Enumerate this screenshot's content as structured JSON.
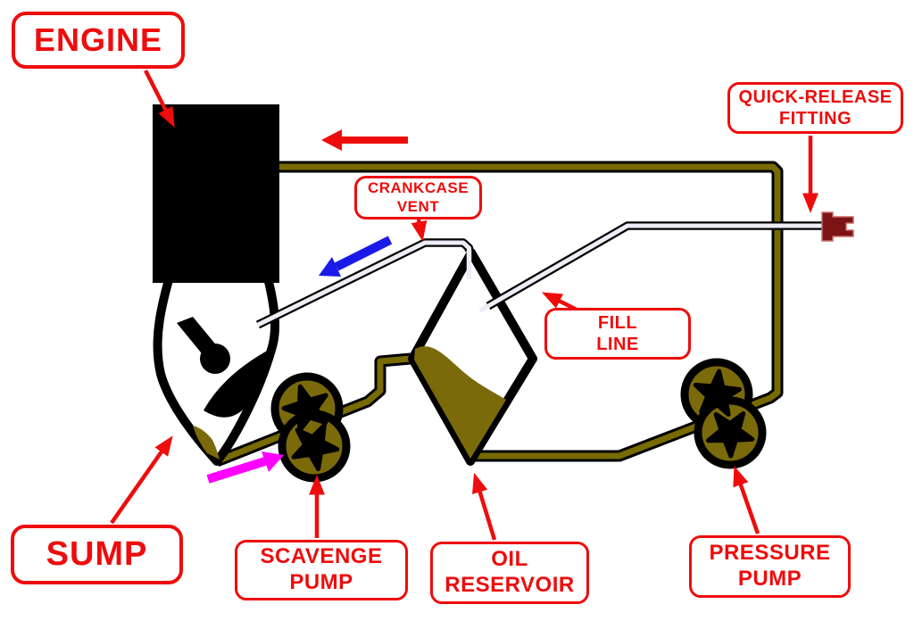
{
  "labels": {
    "engine": {
      "text": "ENGINE"
    },
    "crankcase_vent": {
      "line1": "CRANKCASE",
      "line2": "VENT"
    },
    "quick_release_fitting": {
      "line1": "QUICK-RELEASE",
      "line2": "FITTING"
    },
    "fill_line": {
      "line1": "FILL",
      "line2": "LINE"
    },
    "sump": {
      "text": "SUMP"
    },
    "scavenge_pump": {
      "line1": "SCAVENGE",
      "line2": "PUMP"
    },
    "oil_reservoir": {
      "line1": "OIL",
      "line2": "RESERVOIR"
    },
    "pressure_pump": {
      "line1": "PRESSURE",
      "line2": "PUMP"
    }
  },
  "colors": {
    "label_red": "#ee0c0c",
    "pipe_olive": "#776a00",
    "oil_olive": "#7a6a0a",
    "flow_blue": "#1a1ae8",
    "flow_magenta": "#ff00ff",
    "fitting_maroon": "#7c1315",
    "line_white": "#ededf8",
    "vessel_outline": "#000000",
    "engine_black": "#000000",
    "background": "#ffffff"
  }
}
